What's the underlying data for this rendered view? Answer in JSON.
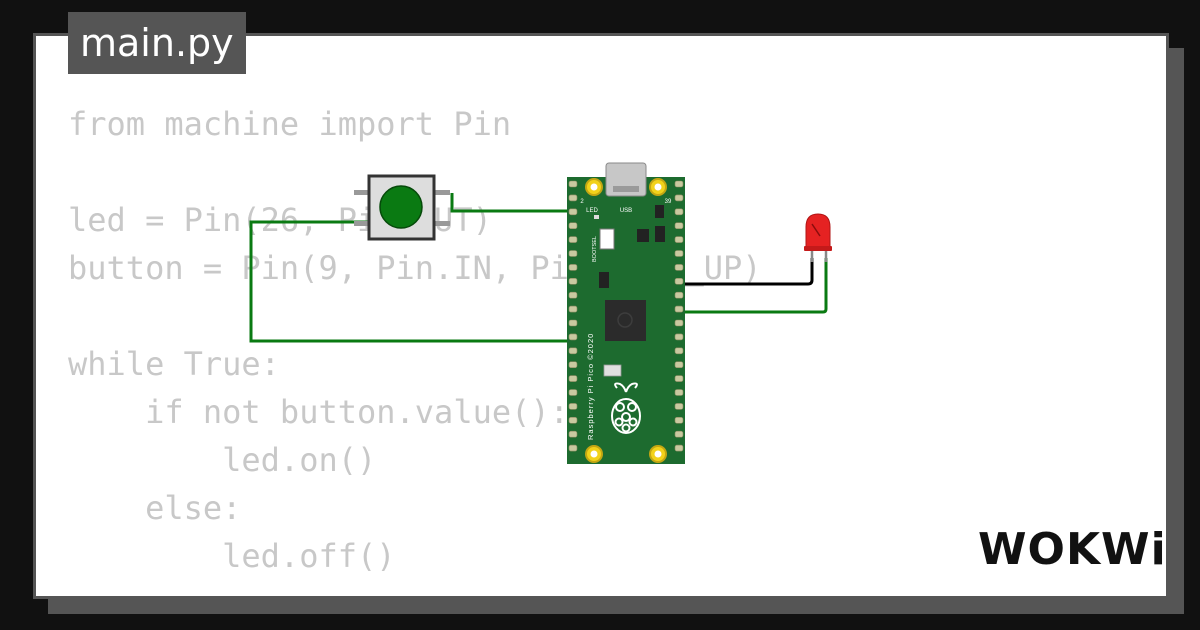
{
  "file_tab": {
    "label": "main.py"
  },
  "code_lines": [
    "from machine import Pin",
    "",
    "led = Pin(26, Pin.OUT)",
    "button = Pin(9, Pin.IN, Pin.PULL_UP)",
    "",
    "while True:",
    "    if not button.value():",
    "        led.on()",
    "    else:",
    "        led.off()"
  ],
  "board": {
    "name": "Raspberry Pi Pico ©2020",
    "usb_label": "USB",
    "led_label": "LED",
    "bootsel_label": "BOOTSEL",
    "pin_label_left": "2",
    "pin_label_right": "39"
  },
  "logo": {
    "text": "WOKWi"
  },
  "colors": {
    "background": "#111111",
    "card": "#ffffff",
    "frame": "#555555",
    "code_text": "#c8c8c8",
    "board_pcb": "#1d6b2f",
    "wire_green": "#0a7a12",
    "wire_black": "#000000",
    "button_cap": "#0a7a12",
    "led_red": "#e52222"
  }
}
